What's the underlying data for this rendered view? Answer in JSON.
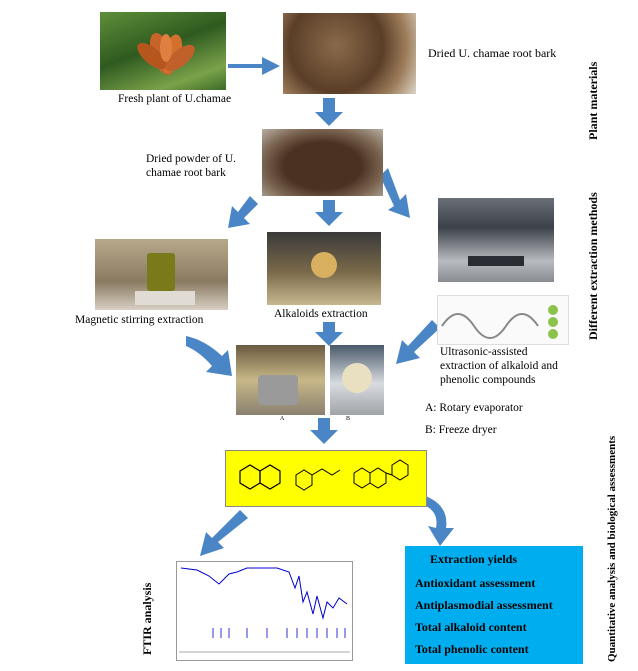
{
  "labels": {
    "fresh_plant": "Fresh plant of U.chamae",
    "dried_root_bark": "Dried U. chamae root bark",
    "dried_powder_line1": "Dried powder of U.",
    "dried_powder_line2": "chamae root bark",
    "magnetic_stirring": "Magnetic stirring extraction",
    "alkaloids_extraction": "Alkaloids extraction",
    "ultrasonic_line1": "Ultrasonic-assisted",
    "ultrasonic_line2": "extraction of alkaloid and",
    "ultrasonic_line3": "phenolic compounds",
    "rotary": "A: Rotary evaporator",
    "freeze": "B: Freeze dryer",
    "photo_a": "A",
    "photo_b": "B"
  },
  "side_labels": {
    "plant_materials": "Plant materials",
    "different_extraction": "Different extraction methods",
    "quantitative": "Quantitative analysis and biological assessments",
    "ftir": "FTIR analysis"
  },
  "results_box": {
    "title": "Extraction yields",
    "items": [
      "Antioxidant assessment",
      "Antiplasmodial assessment",
      "Total alkaloid content",
      "Total phenolic content"
    ]
  },
  "colors": {
    "arrow": "#4a86c5",
    "results_bg": "#00aeef",
    "structures_bg": "#ffff00",
    "ftir_line": "#0000cc"
  }
}
